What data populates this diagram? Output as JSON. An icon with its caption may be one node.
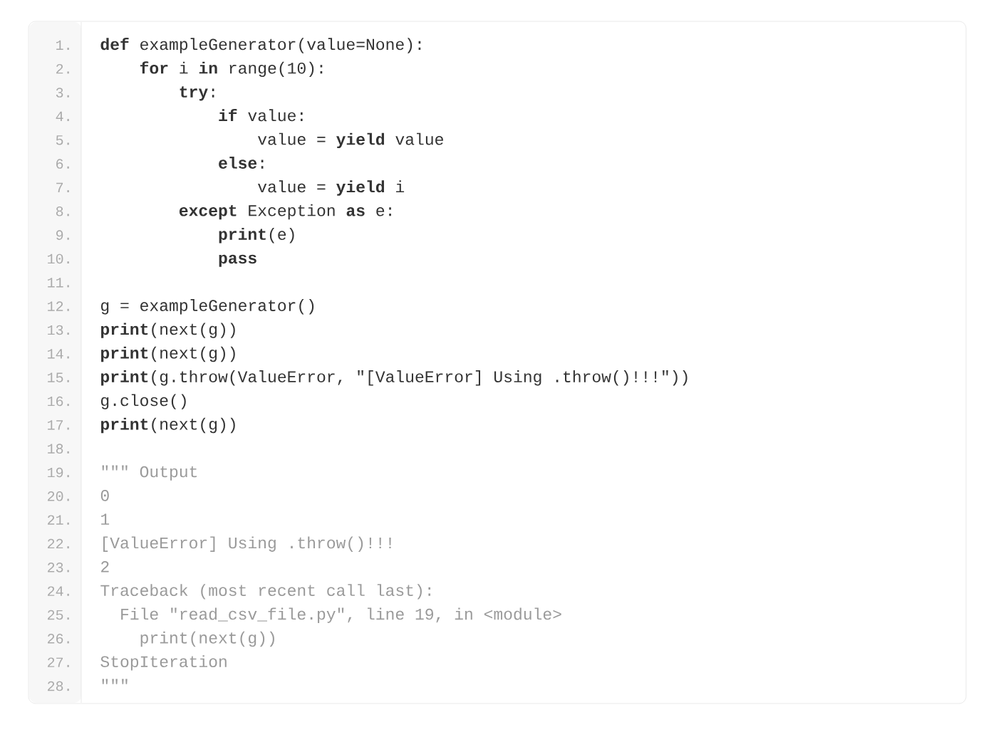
{
  "diagram": {
    "labels": [
      "1.",
      "**def** exampleGenerator(value=None):",
      "2.",
      "**for** i **in** range(10):",
      "3.",
      "**try**:",
      "4.",
      "**if** value:",
      "5.",
      "value = **yield** value",
      "6.",
      "**else**:",
      "7.",
      "value = **yield** i",
      "8.",
      "**except** Exception **as** e:",
      "9.",
      "**print**(e)",
      "10.",
      "**pass**",
      "11.",
      "12.",
      "g = exampleGenerator()",
      "13.",
      "**print**(next(g))",
      "14.",
      "**print**(next(g))",
      "15.",
      "**print**(g.throw(ValueError, \"[ValueError] Using .throw()!!!\"))",
      "16.",
      "g.close()",
      "17.",
      "**print**(next(g))",
      "18.",
      "19.",
      "\"\"\" Output",
      "20.",
      "0",
      "21.",
      "1",
      "22.",
      "[ValueError] Using .throw()!!!",
      "23.",
      "2",
      "24.",
      "Traceback (most recent call last):",
      "25.",
      "File \"read_csv_file.py\", line 19, in <module>",
      "26.",
      "print(next(g))",
      "27.",
      "StopIteration",
      "28.",
      "\"\"\""
    ]
  }
}
